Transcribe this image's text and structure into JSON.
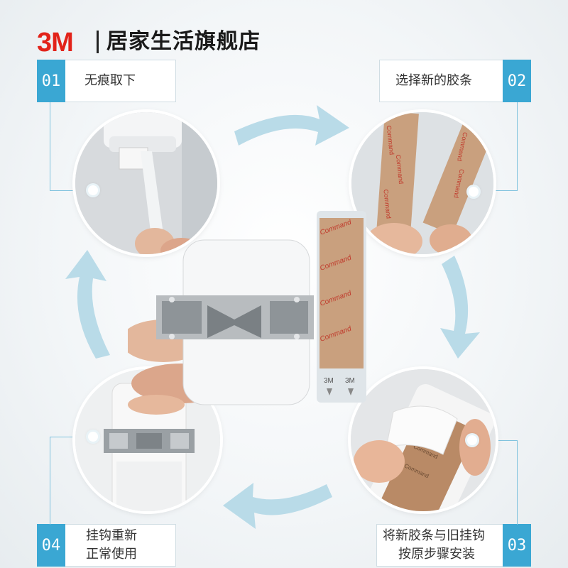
{
  "header": {
    "brand_logo": "3M",
    "store_name": "居家生活旗舰店"
  },
  "steps": [
    {
      "number": "01",
      "text": "无痕取下"
    },
    {
      "number": "02",
      "text": "选择新的胶条"
    },
    {
      "number": "03",
      "line1": "将新胶条与旧挂钩",
      "line2": "按原步骤安装"
    },
    {
      "number": "04",
      "line1": "挂钩重新",
      "line2": "正常使用"
    }
  ],
  "strip": {
    "brand": "Command",
    "marks": [
      "3M",
      "3M"
    ]
  },
  "colors": {
    "accent": "#3aa7d3",
    "arrow": "#b9dbe8",
    "brand_red": "#e2231a",
    "strip_tan": "#c9a07e"
  }
}
